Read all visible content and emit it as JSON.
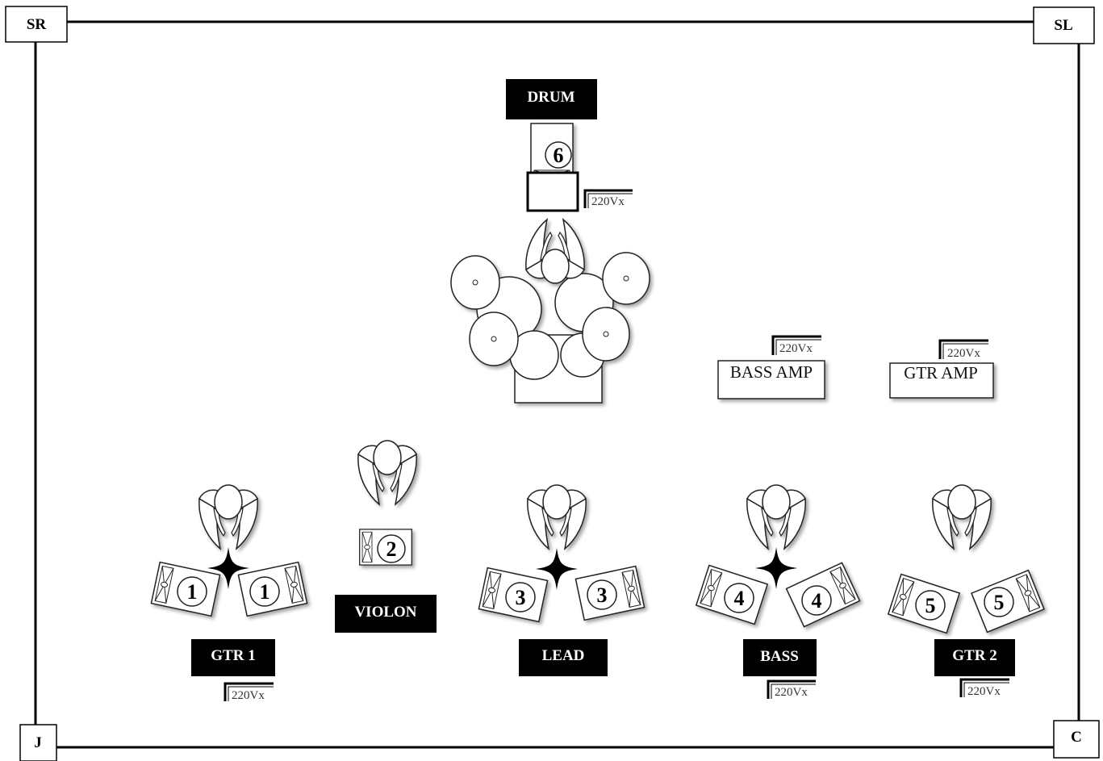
{
  "corners": {
    "sr": "SR",
    "sl": "SL",
    "j": "J",
    "c": "C"
  },
  "labels": {
    "drum": "DRUM",
    "violon": "VIOLON",
    "gtr1": "GTR 1",
    "lead": "LEAD",
    "bass": "BASS",
    "gtr2": "GTR 2"
  },
  "amps": {
    "bass": "BASS AMP",
    "gtr": "GTR AMP"
  },
  "outlet": "220Vx",
  "monitors": {
    "m6": "6",
    "m1a": "1",
    "m1b": "1",
    "m2": "2",
    "m3a": "3",
    "m3b": "3",
    "m4a": "4",
    "m4b": "4",
    "m5a": "5",
    "m5b": "5"
  }
}
